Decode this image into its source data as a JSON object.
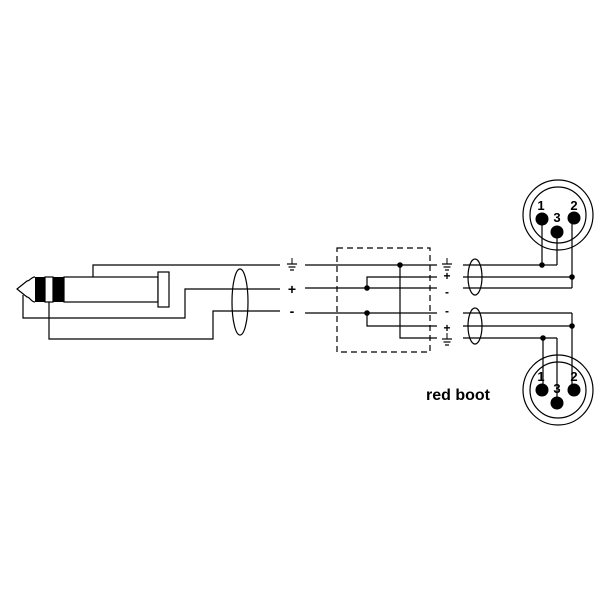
{
  "diagram": {
    "caption": "red boot",
    "left_labels": {
      "ground": "ground-symbol",
      "plus": "+",
      "minus": "-"
    },
    "mid_labels_top": {
      "ground": "ground-symbol",
      "plus": "+",
      "minus": "-"
    },
    "mid_labels_bottom": {
      "minus": "-",
      "plus": "+",
      "ground": "ground-symbol"
    },
    "xlr_top": {
      "pin1": "1",
      "pin2": "2",
      "pin3": "3"
    },
    "xlr_bottom": {
      "pin1": "1",
      "pin2": "2",
      "pin3": "3"
    },
    "colors": {
      "line": "#000000",
      "background": "#ffffff"
    }
  }
}
